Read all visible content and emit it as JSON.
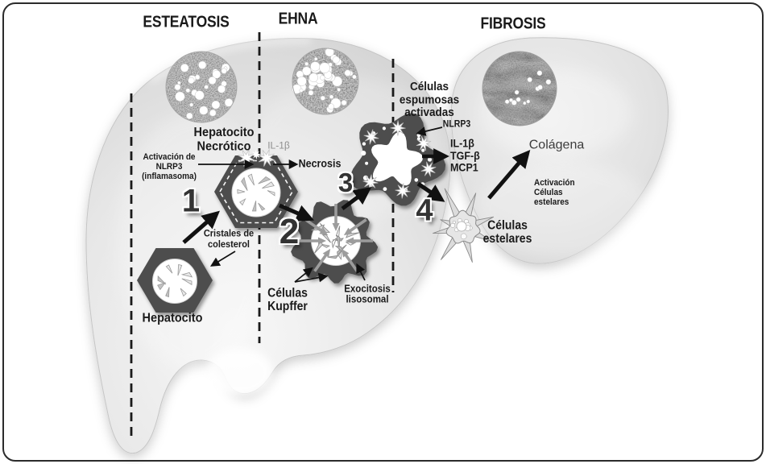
{
  "stages": [
    {
      "name": "ESTEATOSIS"
    },
    {
      "name": "EHNA"
    },
    {
      "name": "FIBROSIS"
    }
  ],
  "steps": [
    "1",
    "2",
    "3",
    "4"
  ],
  "labels": {
    "hepatocito": "Hepatocito",
    "hepatocito_necrotico": "Hepatocito\nNecrótico",
    "activacion_nlrp3": "Activación de\nNLRP3\n(inflamasoma)",
    "il1b": "IL-1β",
    "necrosis": "Necrosis",
    "cristales_colesterol": "Cristales de\ncolesterol",
    "celulas_kupffer": "Células\nKupffer",
    "exocitosis_lisosomal": "Exocitosis\nlisosomal",
    "celulas_espumosas": "Células\nespumosas\nactivadas",
    "nlrp3": "NLRP3",
    "citocinas": "IL-1β\nTGF-β\nMCP1",
    "colagena": "Colágena",
    "activacion_estelares": "Activación\nCélulas\nestelares",
    "celulas_estelares": "Células\nestelares"
  },
  "colors": {
    "cell_dark": "#4e4e4e",
    "liver_light": "#e6e6e6",
    "text": "#1a1a1a",
    "muted_text": "#8f8f8f",
    "arrow": "#111111"
  }
}
